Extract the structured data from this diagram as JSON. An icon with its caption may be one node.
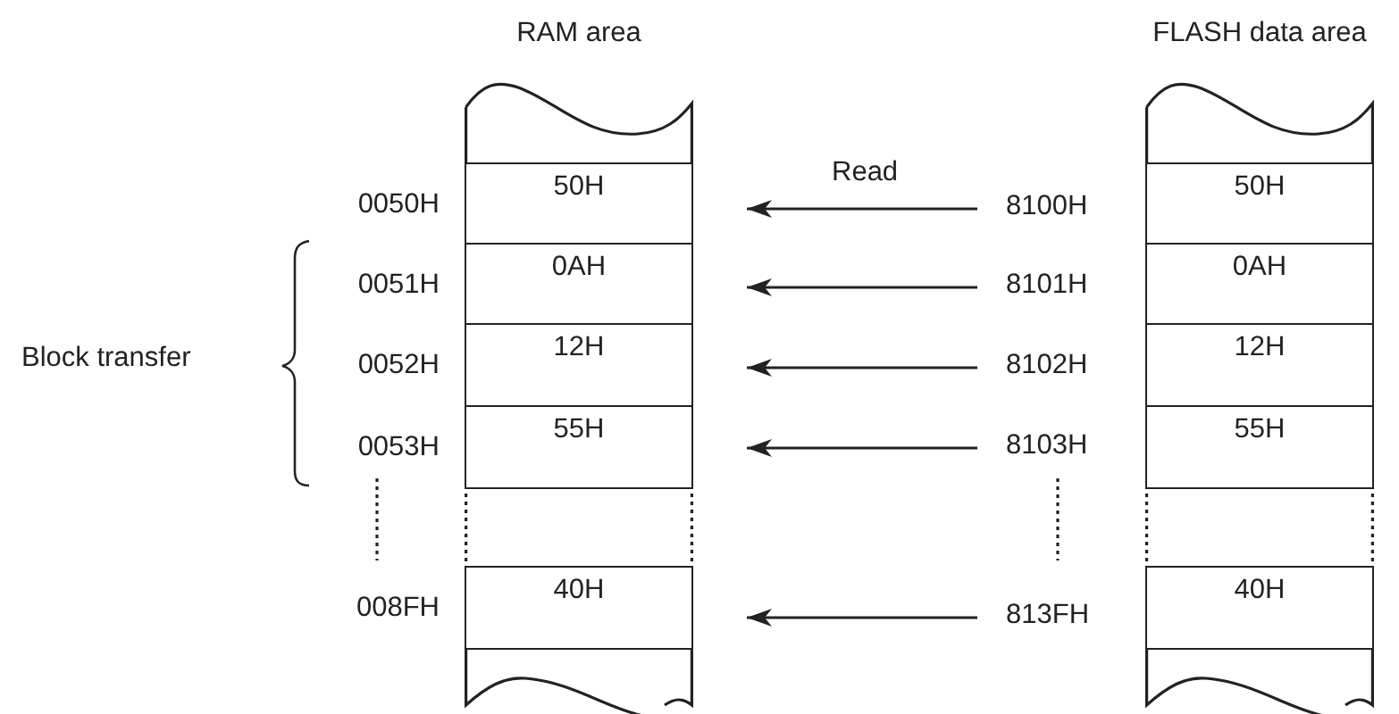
{
  "diagram": {
    "nodes": [
      {
        "text": [
          "RAM area"
        ]
      },
      {
        "text": [
          "50H"
        ],
        "in": 0,
        "beside": [
          "0050H"
        ]
      },
      {
        "text": [
          "0AH"
        ],
        "in": 0,
        "beside": [
          "0051H"
        ]
      },
      {
        "text": [
          "12H"
        ],
        "in": 0,
        "beside": [
          "0052H"
        ]
      },
      {
        "text": [
          "55H"
        ],
        "in": 0,
        "beside": [
          "0053H"
        ]
      },
      {
        "text": [
          "40H"
        ],
        "in": 0,
        "beside": [
          "008FH"
        ]
      },
      {
        "text": [
          "FLASH data area"
        ]
      },
      {
        "text": [
          "50H"
        ],
        "in": 6
      },
      {
        "text": [
          "0AH"
        ],
        "in": 6
      },
      {
        "text": [
          "12H"
        ],
        "in": 6
      },
      {
        "text": [
          "55H"
        ],
        "in": 6
      },
      {
        "text": [
          "40H"
        ],
        "in": 6
      },
      {
        "text": [
          "8100H"
        ]
      },
      {
        "text": [
          "8101H"
        ]
      },
      {
        "text": [
          "8102H"
        ]
      },
      {
        "text": [
          "8103H"
        ]
      },
      {
        "text": [
          "813FH"
        ]
      }
    ],
    "edges": [
      {
        "from": 12,
        "to": 1,
        "arrow": "to",
        "label": "Read"
      },
      {
        "from": 13,
        "to": 2,
        "arrow": "to"
      },
      {
        "from": 14,
        "to": 3,
        "arrow": "to"
      },
      {
        "from": 15,
        "to": 4,
        "arrow": "to"
      },
      {
        "from": 16,
        "to": 5,
        "arrow": "to"
      }
    ],
    "labels": [
      "Block transfer"
    ]
  }
}
